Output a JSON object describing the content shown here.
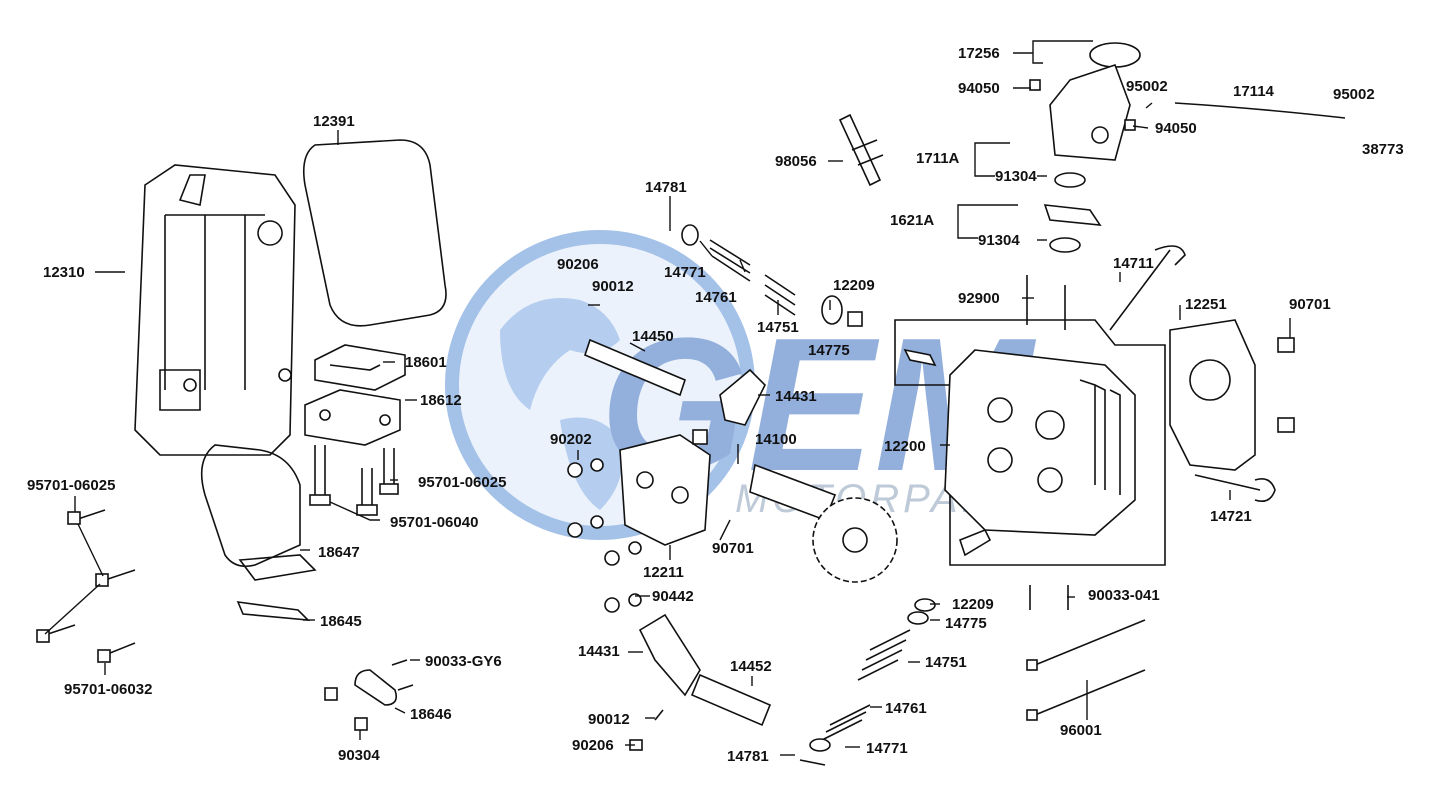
{
  "watermark": {
    "brand": "GEM",
    "subtitle": "MOTORPARTS",
    "colors": {
      "globe": "#5b8fd6",
      "letters": "#3b6fc0",
      "accent": "#8fd0ef"
    }
  },
  "labels": {
    "l17256": "17256",
    "l94050a": "94050",
    "l95002a": "95002",
    "l17114": "17114",
    "l95002b": "95002",
    "l94050b": "94050",
    "l38773": "38773",
    "l1711A": "1711A",
    "l91304a": "91304",
    "l1621A": "1621A",
    "l91304b": "91304",
    "l98056": "98056",
    "l12391": "12391",
    "l12310": "12310",
    "l14781a": "14781",
    "l14771a": "14771",
    "l14761a": "14761",
    "l90206a": "90206",
    "l90012a": "90012",
    "l14751a": "14751",
    "l12209a": "12209",
    "l14775a": "14775",
    "l14450": "14450",
    "l14711": "14711",
    "l92900": "92900",
    "l12251": "12251",
    "l90701a": "90701",
    "l18601": "18601",
    "l18612": "18612",
    "l14431a": "14431",
    "l90202": "90202",
    "l14100": "14100",
    "l12200": "12200",
    "l95701_06025a": "95701-06025",
    "l95701_06025b": "95701-06025",
    "l95701_06040": "95701-06040",
    "l90701b": "90701",
    "l12211": "12211",
    "l14721": "14721",
    "l18647": "18647",
    "l90442": "90442",
    "l12209b": "12209",
    "l14775b": "14775",
    "l90033_041": "90033-041",
    "l18645": "18645",
    "l14431b": "14431",
    "l14452": "14452",
    "l14751b": "14751",
    "l90033_GY6": "90033-GY6",
    "l95701_06032": "95701-06032",
    "l18646": "18646",
    "l14761b": "14761",
    "l90012b": "90012",
    "l96001": "96001",
    "l90206b": "90206",
    "l14781b": "14781",
    "l14771b": "14771",
    "l90304": "90304"
  }
}
